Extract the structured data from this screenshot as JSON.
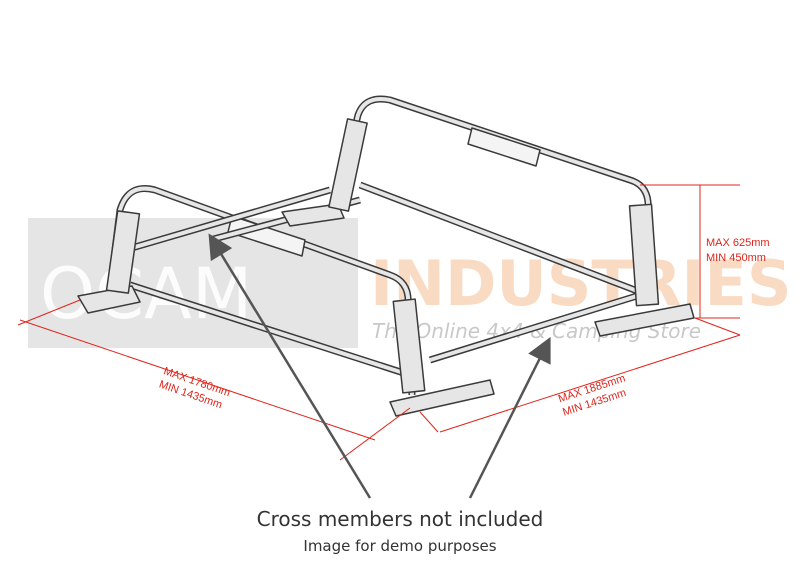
{
  "watermark": {
    "brand_left": "OCAM",
    "brand_right": "INDUSTRIES",
    "tagline": "The Online 4x4 & Camping Store"
  },
  "dimensions": {
    "height": {
      "max": "MAX  625mm",
      "min": "MIN  450mm"
    },
    "length": {
      "max": "MAX  1780mm",
      "min": "MIN  1435mm"
    },
    "width": {
      "max": "MAX  1885mm",
      "min": "MIN  1435mm"
    }
  },
  "caption": {
    "main": "Cross members not included",
    "sub": "Image for demo purposes"
  },
  "colors": {
    "dimension": "#e0241b",
    "watermark_grey": "#d9d9d9",
    "watermark_orange": "#f6c39a",
    "arrow": "#555555",
    "frame_stroke": "#3a3a3a",
    "frame_fill": "#e6e6e6"
  }
}
